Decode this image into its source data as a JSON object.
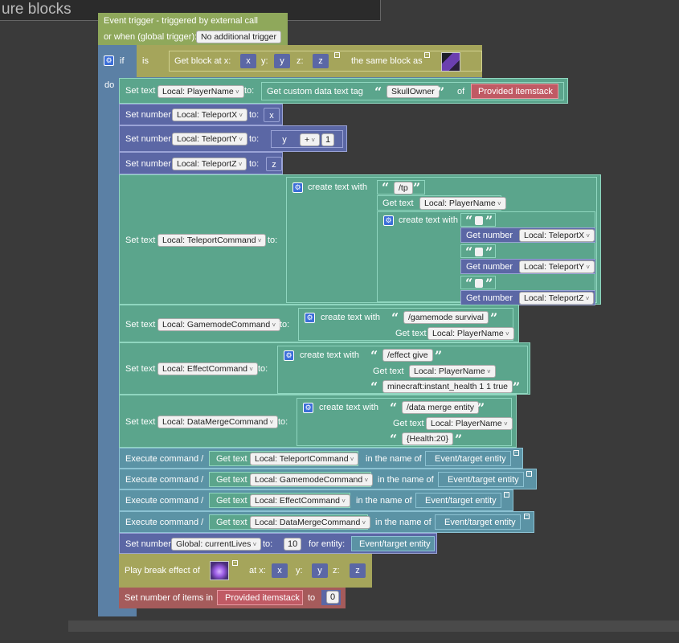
{
  "search": {
    "text": "ure blocks"
  },
  "event": {
    "title": "Event trigger - triggered by external call",
    "line2": "or when (global trigger):",
    "trigger": "No additional trigger"
  },
  "if_block": {
    "if_label": "if",
    "do_label": "do",
    "is_label": "is",
    "get_block_label": "Get block at x:",
    "x": "x",
    "y": "y",
    "z": "z",
    "y_label": "y:",
    "z_label": "z:",
    "same_label": "the same block as"
  },
  "set_player": {
    "label": "Set text",
    "var": "Local: PlayerName",
    "to": "to:",
    "get_custom": "Get custom data text tag",
    "tag": "SkullOwner",
    "of": "of",
    "item": "Provided itemstack"
  },
  "set_tpx": {
    "label": "Set number",
    "var": "Local: TeleportX",
    "to": "to:",
    "val": "x"
  },
  "set_tpy": {
    "label": "Set number",
    "var": "Local: TeleportY",
    "to": "to:",
    "a": "y",
    "op": "+",
    "b": "1"
  },
  "set_tpz": {
    "label": "Set number",
    "var": "Local: TeleportZ",
    "to": "to:",
    "val": "z"
  },
  "set_tpcmd": {
    "label": "Set text",
    "var": "Local: TeleportCommand",
    "to": "to:",
    "create": "create text with",
    "tp": "/tp",
    "get_text": "Get text",
    "player_var": "Local: PlayerName",
    "inner_create": "create text with",
    "get_number": "Get number",
    "vx": "Local: TeleportX",
    "vy": "Local: TeleportY",
    "vz": "Local: TeleportZ"
  },
  "set_gm": {
    "label": "Set text",
    "var": "Local: GamemodeCommand",
    "to": "to:",
    "create": "create text with",
    "s1": "/gamemode survival",
    "get_text": "Get text",
    "player_var": "Local: PlayerName"
  },
  "set_eff": {
    "label": "Set text",
    "var": "Local: EffectCommand",
    "to": "to:",
    "create": "create text with",
    "s1": "/effect give",
    "get_text": "Get text",
    "player_var": "Local: PlayerName",
    "s2": "minecraft:instant_health 1 1 true"
  },
  "set_dm": {
    "label": "Set text",
    "var": "Local: DataMergeCommand",
    "to": "to:",
    "create": "create text with",
    "s1": "/data merge entity",
    "get_text": "Get text",
    "player_var": "Local: PlayerName",
    "s2": "{Health:20}"
  },
  "exec": [
    {
      "label": "Execute command /",
      "get_text": "Get text",
      "var": "Local: TeleportCommand",
      "in_name": "in the name of",
      "entity": "Event/target entity"
    },
    {
      "label": "Execute command /",
      "get_text": "Get text",
      "var": "Local: GamemodeCommand",
      "in_name": "in the name of",
      "entity": "Event/target entity"
    },
    {
      "label": "Execute command /",
      "get_text": "Get text",
      "var": "Local: EffectCommand",
      "in_name": "in the name of",
      "entity": "Event/target entity"
    },
    {
      "label": "Execute command /",
      "get_text": "Get text",
      "var": "Local: DataMergeCommand",
      "in_name": "in the name of",
      "entity": "Event/target entity"
    }
  ],
  "set_lives": {
    "label": "Set number",
    "var": "Global: currentLives",
    "to": "to:",
    "val": "10",
    "for_entity": "for entity:",
    "entity": "Event/target entity"
  },
  "break": {
    "label": "Play break effect of",
    "at_x": "at x:",
    "x": "x",
    "y_label": "y:",
    "y": "y",
    "z_label": "z:",
    "z": "z"
  },
  "set_items": {
    "label": "Set number of items in",
    "item": "Provided itemstack",
    "to": "to",
    "val": "0"
  },
  "icons": {
    "block_icon": "purple-block-icon",
    "gear": "gear-icon",
    "amethyst": "amethyst-cluster-icon"
  },
  "colors": {
    "event": "#8fa85b",
    "logic": "#5b80a5",
    "text": "#5ba58c",
    "number": "#5b67a5",
    "command": "#5b93a5",
    "world": "#a5a55b",
    "item": "#a55b5b"
  }
}
